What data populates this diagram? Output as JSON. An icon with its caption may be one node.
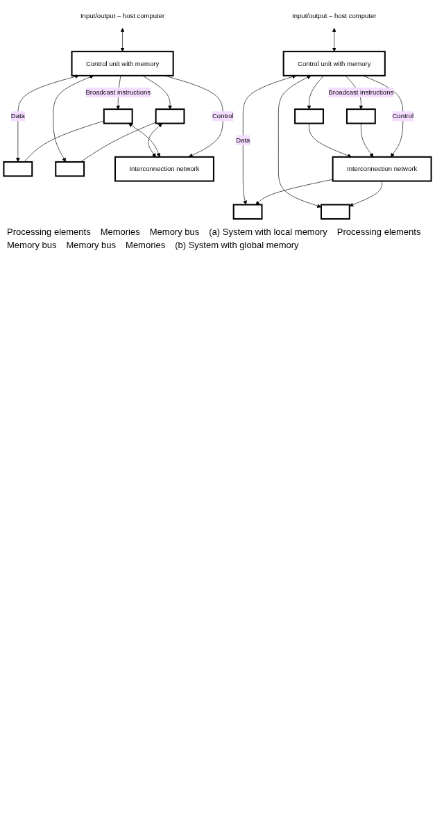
{
  "diagram": {
    "nodes": [
      {
        "text": [
          "Input/output – host computer"
        ]
      },
      {
        "text": [
          "Control unit with memory"
        ]
      },
      {
        "text": [],
        "shape": "box"
      },
      {
        "text": [],
        "shape": "box"
      },
      {
        "text": [],
        "shape": "box"
      },
      {
        "text": [],
        "shape": "box"
      },
      {
        "text": [
          "Interconnection network"
        ]
      },
      {
        "text": [
          "Input/output – host computer"
        ]
      },
      {
        "text": [
          "Control unit with memory"
        ]
      },
      {
        "text": [],
        "shape": "box"
      },
      {
        "text": [],
        "shape": "box"
      },
      {
        "text": [
          "Interconnection network"
        ]
      },
      {
        "text": [],
        "shape": "box"
      },
      {
        "text": [],
        "shape": "box"
      }
    ],
    "edges": [
      {
        "from": 0,
        "to": 1,
        "arrow": "both"
      },
      {
        "from": 1,
        "to": 2,
        "arrow": "to",
        "label": "Broadcast instructions"
      },
      {
        "from": 1,
        "to": 4,
        "arrow": "to"
      },
      {
        "from": 2,
        "to": 3,
        "arrow": "none"
      },
      {
        "from": 4,
        "to": 5,
        "arrow": "none"
      },
      {
        "from": 1,
        "to": 6,
        "arrow": "to",
        "label": "Control"
      },
      {
        "from": 3,
        "to": 1,
        "arrow": "both",
        "label": "Data"
      },
      {
        "from": 5,
        "to": 1,
        "arrow": "both"
      },
      {
        "from": 2,
        "to": 6,
        "arrow": "both"
      },
      {
        "from": 4,
        "to": 6,
        "arrow": "both"
      },
      {
        "from": 7,
        "to": 8,
        "arrow": "both"
      },
      {
        "from": 8,
        "to": 9,
        "arrow": "to",
        "label": "Broadcast instructions"
      },
      {
        "from": 8,
        "to": 10,
        "arrow": "to"
      },
      {
        "from": 8,
        "to": 11,
        "arrow": "to",
        "label": "Control"
      },
      {
        "from": 9,
        "to": 11,
        "arrow": "to"
      },
      {
        "from": 10,
        "to": 11,
        "arrow": "to"
      },
      {
        "from": 11,
        "to": 12,
        "arrow": "to"
      },
      {
        "from": 11,
        "to": 13,
        "arrow": "to"
      },
      {
        "from": 12,
        "to": 8,
        "arrow": "both",
        "label": "Data"
      },
      {
        "from": 13,
        "to": 8,
        "arrow": "both"
      }
    ],
    "labels": [
      "Processing elements",
      "Memories",
      "Memory bus",
      "(a) System with local memory",
      "Processing elements",
      "Memory bus",
      "Memory bus",
      "Memories",
      "(b) System with global memory"
    ]
  }
}
